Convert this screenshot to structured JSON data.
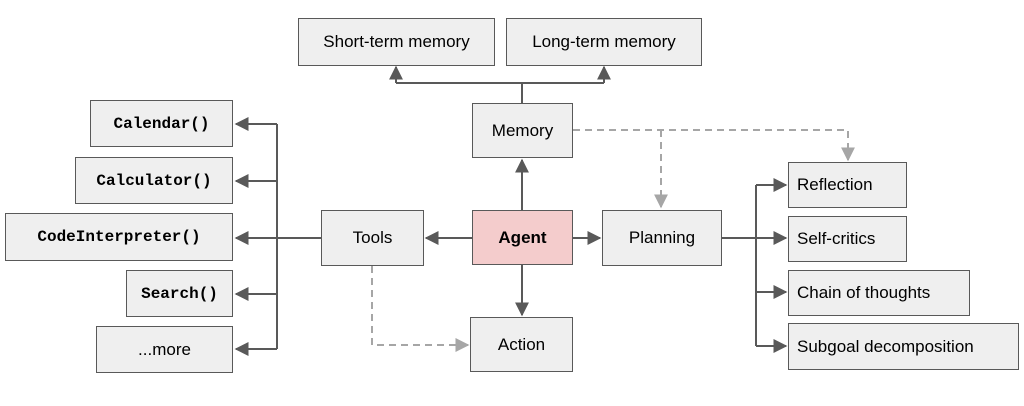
{
  "memory": {
    "short_term": "Short-term memory",
    "long_term": "Long-term memory",
    "label": "Memory"
  },
  "agent": {
    "label": "Agent",
    "fill_color": "#f4cccc"
  },
  "tools": {
    "label": "Tools",
    "items": [
      "Calendar()",
      "Calculator()",
      "CodeInterpreter()",
      "Search()",
      "...more"
    ]
  },
  "planning": {
    "label": "Planning",
    "items": [
      "Reflection",
      "Self-critics",
      "Chain of thoughts",
      "Subgoal decomposition"
    ]
  },
  "action": {
    "label": "Action"
  },
  "colors": {
    "box_fill": "#efefef",
    "box_border": "#595959",
    "solid_arrow": "#595959",
    "dashed_arrow": "#a6a6a6"
  }
}
